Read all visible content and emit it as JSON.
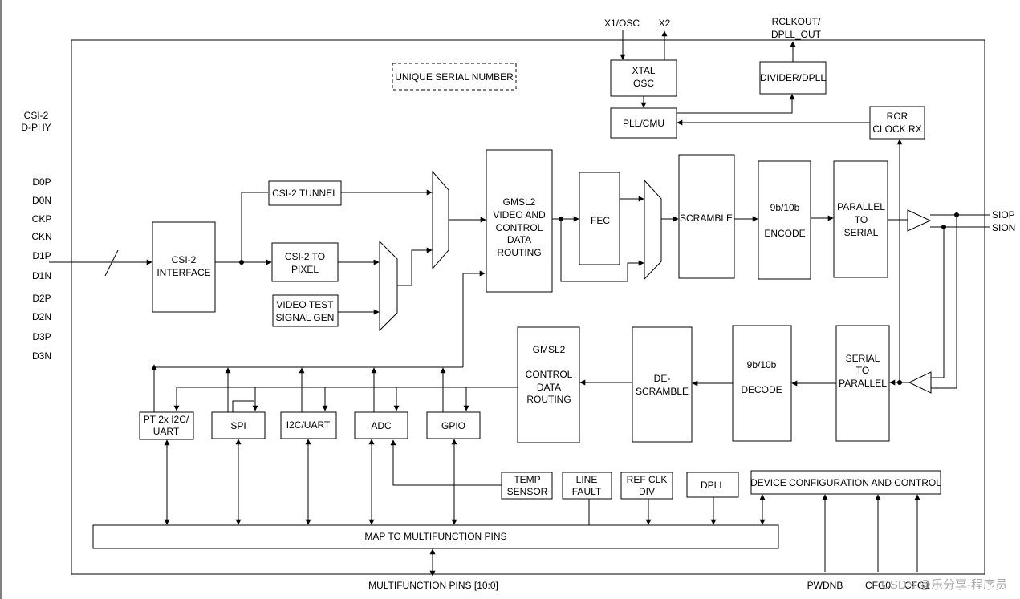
{
  "inputs": {
    "title_line1": "CSI-2",
    "title_line2": "D-PHY",
    "pins": [
      "D0P",
      "D0N",
      "CKP",
      "CKN",
      "D1P",
      "D1N",
      "D2P",
      "D2N",
      "D3P",
      "D3N"
    ]
  },
  "top_pins": {
    "x1": "X1/OSC",
    "x2": "X2",
    "rclk_line1": "RCLKOUT/",
    "rclk_line2": "DPLL_OUT"
  },
  "right_pins": {
    "siop": "SIOP",
    "sion": "SION"
  },
  "bottom_pins": {
    "multifunction": "MULTIFUNCTION PINS [10:0]",
    "pwdnb": "PWDNB",
    "cfg0": "CFG0",
    "cfg1": "CFG1"
  },
  "blocks": {
    "unique_serial": "UNIQUE SERIAL NUMBER",
    "xtal_line1": "XTAL",
    "xtal_line2": "OSC",
    "divider": "DIVIDER/DPLL",
    "pll": "PLL/CMU",
    "ror_line1": "ROR",
    "ror_line2": "CLOCK RX",
    "csi2_interface_line1": "CSI-2",
    "csi2_interface_line2": "INTERFACE",
    "csi2_tunnel": "CSI-2 TUNNEL",
    "csi2_to_pixel_line1": "CSI-2 TO",
    "csi2_to_pixel_line2": "PIXEL",
    "video_test_line1": "VIDEO TEST",
    "video_test_line2": "SIGNAL GEN",
    "gmsl2_video": [
      "GMSL2",
      "VIDEO AND",
      "CONTROL",
      "DATA",
      "ROUTING"
    ],
    "fec": "FEC",
    "scramble": "SCRAMBLE",
    "encode_line1": "9b/10b",
    "encode_line2": "ENCODE",
    "p2s": [
      "PARALLEL",
      "TO",
      "SERIAL"
    ],
    "s2p": [
      "SERIAL",
      "TO",
      "PARALLEL"
    ],
    "decode_line1": "9b/10b",
    "decode_line2": "DECODE",
    "descramble_line1": "DE-",
    "descramble_line2": "SCRAMBLE",
    "gmsl2_control": [
      "GMSL2",
      "CONTROL",
      "DATA",
      "ROUTING"
    ],
    "pt_i2c_line1": "PT 2x I2C/",
    "pt_i2c_line2": "UART",
    "spi": "SPI",
    "i2c_uart": "I2C/UART",
    "adc": "ADC",
    "gpio": "GPIO",
    "temp_line1": "TEMP",
    "temp_line2": "SENSOR",
    "line_fault_line1": "LINE",
    "line_fault_line2": "FAULT",
    "ref_clk_line1": "REF CLK",
    "ref_clk_line2": "DIV",
    "dpll": "DPLL",
    "device_config": "DEVICE CONFIGURATION AND CONTROL",
    "map_mfp": "MAP TO MULTIFUNCTION PINS"
  },
  "watermark": "CSDN @乐分享-程序员"
}
